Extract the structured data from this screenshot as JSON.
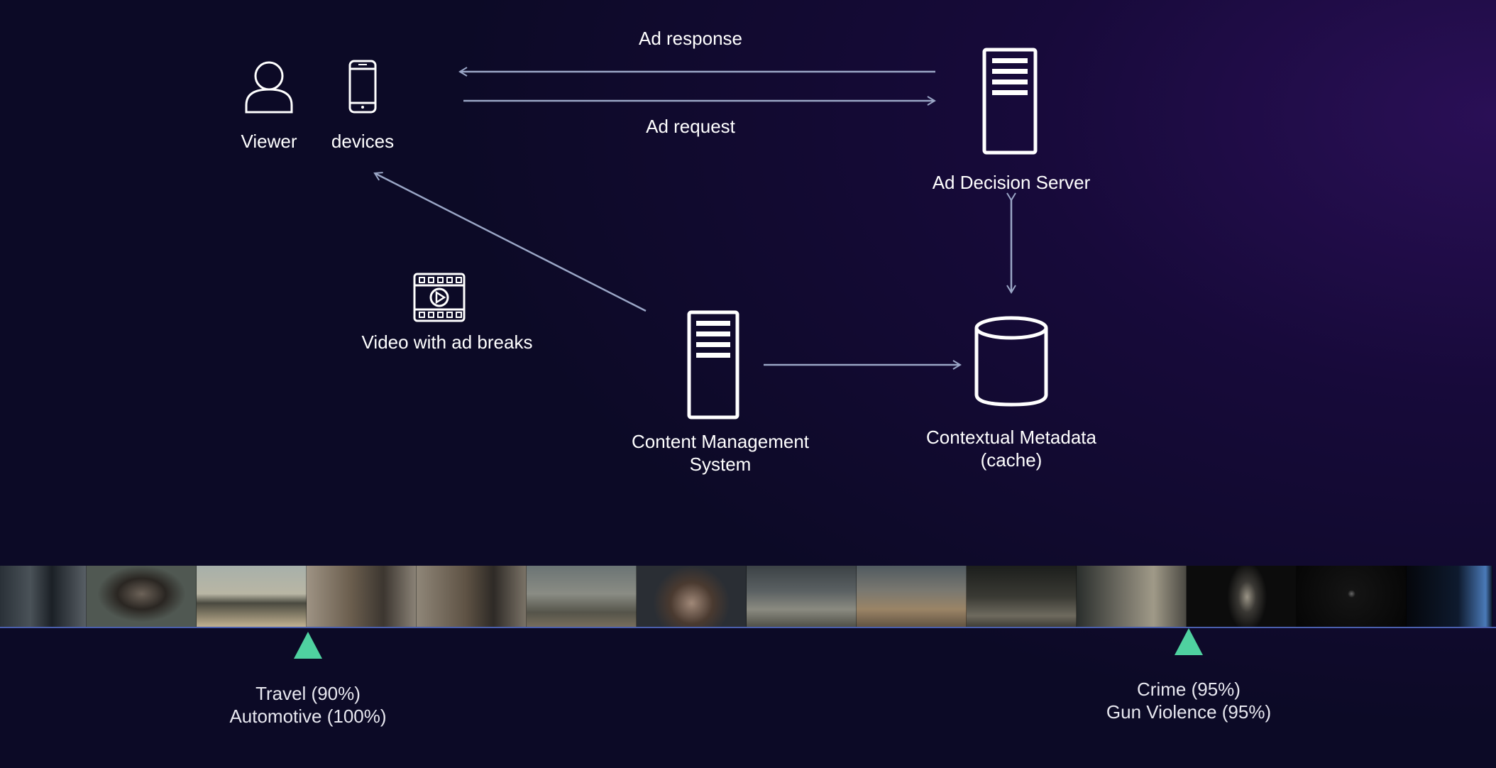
{
  "nodes": {
    "viewer": "Viewer",
    "devices": "devices",
    "ad_decision_server": "Ad Decision Server",
    "video": "Video with ad breaks",
    "cms_line1": "Content Management",
    "cms_line2": "System",
    "metadata_line1": "Contextual Metadata",
    "metadata_line2": "(cache)"
  },
  "edges": {
    "ad_response": "Ad response",
    "ad_request": "Ad request"
  },
  "timeline": {
    "markers": [
      {
        "line1": "Travel (90%)",
        "line2": "Automotive (100%)"
      },
      {
        "line1": "Crime (95%)",
        "line2": "Gun Violence (95%)"
      }
    ]
  },
  "colors": {
    "arrow": "#9aa6c6",
    "marker": "#4fd1a0",
    "timeline_line": "#4a5fae"
  },
  "icons": [
    "user-icon",
    "phone-icon",
    "server-icon",
    "film-play-icon",
    "database-icon"
  ]
}
